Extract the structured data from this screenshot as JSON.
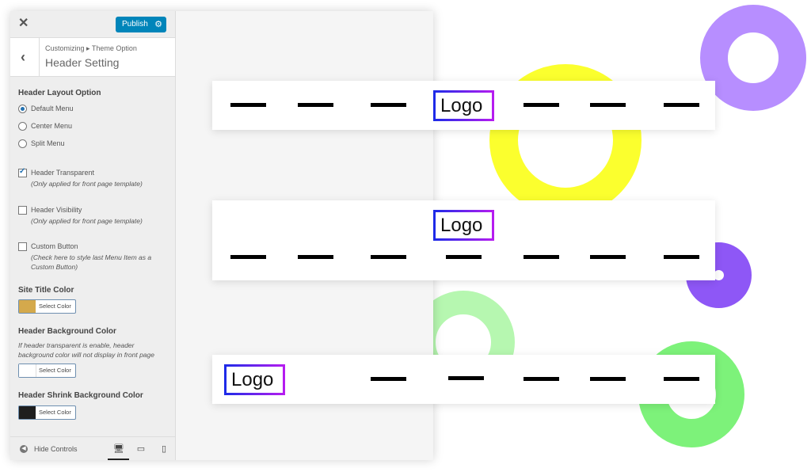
{
  "topbar": {
    "close_glyph": "✕",
    "publish_label": "Publish",
    "gear_icon": "gear-icon"
  },
  "section": {
    "back_glyph": "‹",
    "breadcrumb": "Customizing ▸ Theme Option",
    "title": "Header Setting"
  },
  "layout_option": {
    "title": "Header Layout Option",
    "options": [
      "Default Menu",
      "Center Menu",
      "Split Menu"
    ],
    "selected": "Default Menu"
  },
  "checkboxes": {
    "transparent": {
      "label": "Header Transparent",
      "note": "(Only applied for front page template)",
      "checked": true
    },
    "visibility": {
      "label": "Header Visibility",
      "note": "(Only applied for front page template)",
      "checked": false
    },
    "custom_button": {
      "label": "Custom Button",
      "note": "(Check here to style last Menu Item as a Custom Button)",
      "checked": false
    }
  },
  "colors": {
    "site_title": {
      "title": "Site Title Color",
      "button": "Select Color",
      "swatch": "#d4a94c"
    },
    "header_bg": {
      "title": "Header Background Color",
      "note": "If header transparent is enable, header background color will not display in front page",
      "button": "Select Color",
      "swatch": "#ffffff"
    },
    "shrink_bg": {
      "title": "Header Shrink Background Color",
      "button": "Select Color",
      "swatch": "#1e1e1e"
    }
  },
  "footer": {
    "hide_label": "Hide Controls",
    "devices": [
      "desktop-icon",
      "tablet-icon",
      "mobile-icon"
    ],
    "active_device": "desktop"
  },
  "previews": {
    "logo_text": "Logo"
  },
  "accent": {
    "publish": "#0085ba",
    "radio": "#2271b1",
    "logo_gradient": [
      "#1b2be8",
      "#b81cf0"
    ]
  },
  "decor_colors": {
    "purple": "#b388ff",
    "yellow": "#fbff2e",
    "violet": "#8e57f6",
    "green_light": "#b6f7b0",
    "green": "#7df27a"
  }
}
